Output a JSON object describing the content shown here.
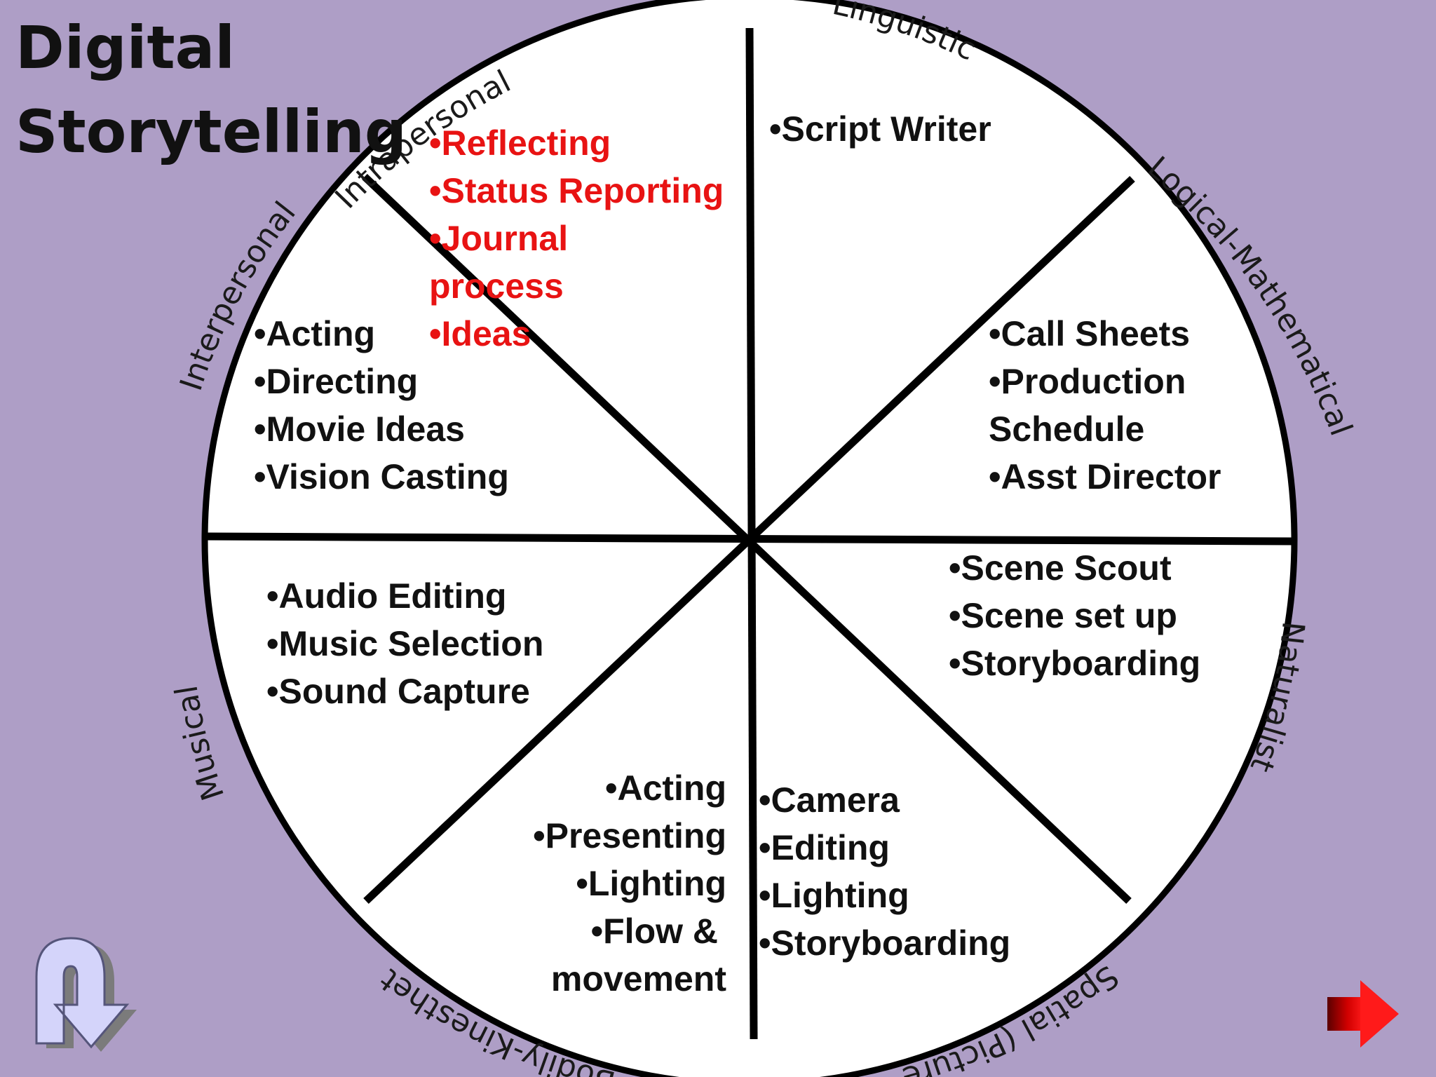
{
  "title": {
    "line1": "Digital",
    "line2": "Storytelling"
  },
  "colors": {
    "background": "#ae9ec6",
    "wheel_fill": "#ffffff",
    "wheel_stroke": "#000000",
    "highlight_text": "#e81313"
  },
  "intelligences": {
    "intrapersonal": "Intrapersonal",
    "linguistic": "Linguistic",
    "logical": "Logical-Mathematical",
    "naturalist": "Naturalist",
    "spatial": "Spatial (Picture S",
    "bodily": "Bodily-Kinesthetic",
    "musical": "Musical",
    "interpersonal": "Interpersonal"
  },
  "segments": {
    "intrapersonal": [
      "•Reflecting",
      "•Status Reporting",
      "•Journal",
      "process",
      "•Ideas"
    ],
    "linguistic": [
      "•Script Writer"
    ],
    "logical": [
      "•Call Sheets",
      "•Production",
      "Schedule",
      "•Asst Director"
    ],
    "naturalist": [
      "•Scene Scout",
      "•Scene set up",
      "•Storyboarding"
    ],
    "spatial": [
      "•Camera",
      "•Editing",
      "•Lighting",
      "•Storyboarding"
    ],
    "bodily": [
      "•Acting",
      "•Presenting",
      "•Lighting",
      "•Flow &",
      "movement"
    ],
    "musical": [
      "•Audio Editing",
      "•Music Selection",
      "•Sound Capture"
    ],
    "interpersonal": [
      "•Acting",
      "•Directing",
      "•Movie Ideas",
      "•Vision Casting"
    ]
  },
  "icons": {
    "back": "return-arrow-icon",
    "next": "next-arrow-icon"
  }
}
